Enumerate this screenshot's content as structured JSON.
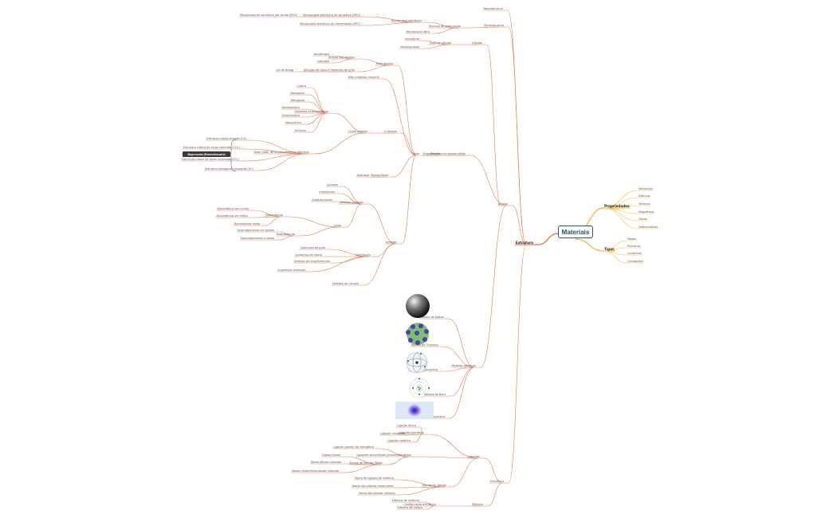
{
  "root": "Materiais",
  "floating": "Mapa mental (Resolvido/sobre)",
  "icons": {
    "node_marker": "expand-chevron-icon",
    "colors": {
      "branch": "#e8a06a",
      "structure_branch": "#e07b4f",
      "right_branch": "#f0c040",
      "root_border": "#1f5c63"
    }
  },
  "nodes": [
    "Propriedades",
    "Mecânicas",
    "Elétricas",
    "Térmicas",
    "Magnéticas",
    "Óticas",
    "Deteriorativas",
    "Tipos",
    "Metais",
    "Polímeros",
    "Cerâmicos",
    "Compósitos",
    "Estrutura",
    "Nanoestrutura",
    "Microestrutura",
    "Técnicas de observação",
    "Microscopia eletrônica",
    "Microscopia eletrônica de varredura (MEV)",
    "Microscopia de varredura por sonda (MVS)",
    "Microscopia eletrônica de transmissão (MET)",
    "Microscopia ótica",
    "Difusão",
    "Tipos de difusão",
    "Intersticial",
    "Substitucional",
    "Arranjo",
    "Organização",
    "Materiais no estado sólido",
    "Fase",
    "Policristalino",
    "Arranjo dos átomos",
    "Anisotropia",
    "Isotropia",
    "Fronteiras de grão",
    "Difração de raios-X",
    "Lei de Bragg",
    "Não cristalino (amorfo)",
    "Cristalino",
    "Célula unitária",
    "Sistemas cristalográficos",
    "Cúbico",
    "Hexagonal",
    "Tetragonal",
    "Romboédrico",
    "Ortorrômbico",
    "Monoclínico",
    "Triclínico",
    "Rede (fator de empacotamento atômico)",
    "Estrutura cúbica simples (CS)",
    "Estrutura cúbica de corpo centrado (CCC)",
    "Estrutura cúbica de faces centradas (CFC)",
    "Estrutura hexagonal compacta (HC)",
    "Polimorfismo",
    "Alotropia",
    "Defeitos",
    "Defeitos pontuais",
    "Lacunas",
    "Intersticiais",
    "Substitucionais",
    "Linha",
    "Discordância",
    "Discordância em cunha",
    "Discordância em hélice",
    "Discordância mista",
    "Deslizamento",
    "Escorregamento em planos",
    "Escorregamento cruzado",
    "Interfaciais",
    "Contornos de grão",
    "Contornos de macla",
    "Superfícies externas",
    "Defeitos de empilhamento",
    "Defeitos de volume",
    "Átomo",
    "Modelos atômicos",
    "Modelo de Dalton",
    "Modelo de Thomson",
    "Modelo de Rutherford",
    "Modelo de Bohr",
    "Modelo quântico",
    "Eletrônica",
    "Ligações",
    "Ligações primárias",
    "Ligação iônica",
    "Ligação covalente",
    "Ligação metálica",
    "Ligações secundárias (intermoleculares)",
    "Ligação (ponte) de hidrogênio",
    "Forças de Van der Waals",
    "Dipolo-Dipolo",
    "Dipolo-Dipolo induzido",
    "Dipolo instantâneo-dipolo induzido",
    "Teorias de ligação",
    "Teoria de ligação de valência",
    "Teoria dos orbitais moleculares",
    "Teoria das bandas (sólidos)",
    "Elétrons",
    "Configuração eletrônica",
    "Elétrons de valência",
    "Elétrons de caroço"
  ]
}
